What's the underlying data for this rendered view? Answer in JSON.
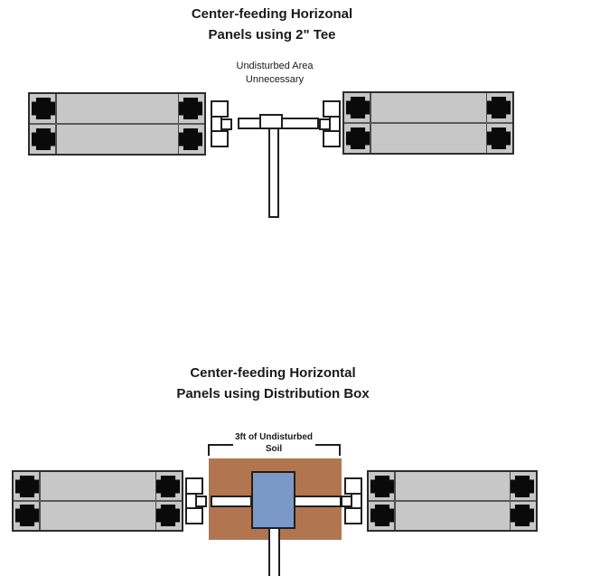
{
  "colors": {
    "soil_brown": "#b1764f",
    "distribution_box_blue": "#7b99c7",
    "panel_gray": "#c7c7c7",
    "panel_border": "#2d2d2d",
    "outline_black": "#1f1f1f",
    "connector_black": "#0a0a0a",
    "text_black": "#1a1a1a"
  },
  "top_diagram": {
    "title_line1": "Center-feeding Horizonal",
    "title_line2": "Panels using 2\" Tee",
    "note_line1": "Undisturbed Area",
    "note_line2": "Unnecessary"
  },
  "bottom_diagram": {
    "title_line1": "Center-feeding Horizontal",
    "title_line2": "Panels using Distribution Box",
    "label_line1": "3ft of Undisturbed",
    "label_line2": "Soil"
  }
}
